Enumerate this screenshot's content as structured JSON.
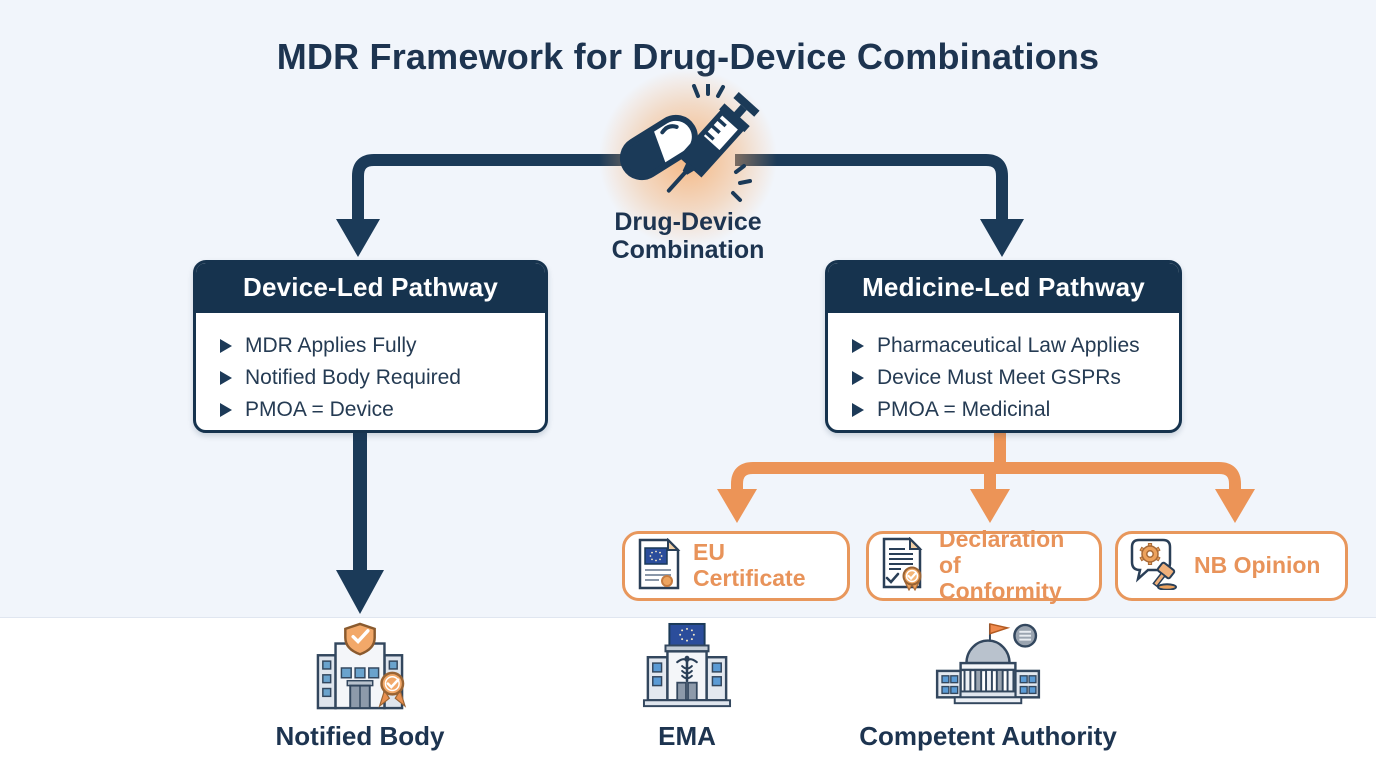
{
  "title": "MDR Framework for Drug-Device Combinations",
  "root": {
    "icon": "pill-syringe-icon",
    "label_line1": "Drug-Device",
    "label_line2": "Combination"
  },
  "pathways": [
    {
      "title": "Device-Led Pathway",
      "items": [
        "MDR Applies Fully",
        "Notified Body Required",
        "PMOA = Device"
      ]
    },
    {
      "title": "Medicine-Led Pathway",
      "items": [
        "Pharmaceutical Law Applies",
        "Device Must Meet GSPRs",
        "PMOA = Medicinal"
      ]
    }
  ],
  "outcomes": [
    {
      "icon": "eu-certificate-icon",
      "label": "EU Certificate"
    },
    {
      "icon": "declaration-of-conformity-icon",
      "label_line1": "Declaration",
      "label_line2": "of Conformity"
    },
    {
      "icon": "nb-opinion-icon",
      "label": "NB Opinion"
    }
  ],
  "organizations": [
    {
      "icon": "notified-body-icon",
      "label": "Notified Body"
    },
    {
      "icon": "ema-icon",
      "label": "EMA"
    },
    {
      "icon": "competent-authority-icon",
      "label": "Competent Authority"
    }
  ],
  "colors": {
    "navy": "#1b3a58",
    "navy_header": "#16334e",
    "orange": "#ec9457",
    "orange_text": "#e8935a",
    "eu_blue": "#2b4d9b",
    "background_top": "#f1f5fb",
    "background_bottom": "#ffffff"
  }
}
